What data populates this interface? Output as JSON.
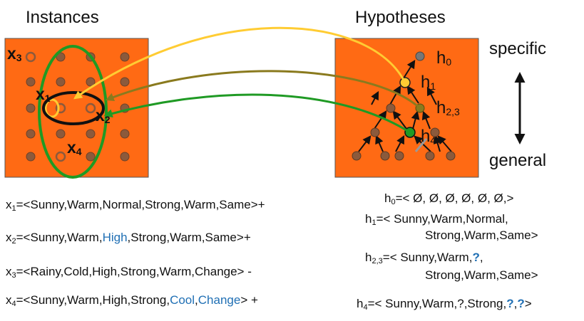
{
  "titles": {
    "instances": "Instances",
    "hypotheses": "Hypotheses",
    "specific": "specific",
    "general": "general"
  },
  "instance_labels": {
    "x1": "1",
    "x2": "2",
    "x3": "3",
    "x4": "4",
    "x": "x"
  },
  "hyp_labels": {
    "h": "h",
    "h0": "0",
    "h1": "1",
    "h23": "2,3",
    "h4": "4"
  },
  "instances": [
    {
      "x": "x",
      "sub": "1",
      "parts": [
        {
          "t": "=<Sunny,Warm,Normal,Strong,Warm,Same>+",
          "s": "n"
        }
      ]
    },
    {
      "x": "x",
      "sub": "2",
      "parts": [
        {
          "t": "=<Sunny,Warm,",
          "s": "n"
        },
        {
          "t": "High",
          "s": "hl"
        },
        {
          "t": ",Strong,Warm,Same>+",
          "s": "n"
        }
      ]
    },
    {
      "x": "x",
      "sub": "3",
      "parts": [
        {
          "t": "=<Rainy,Cold,High,Strong,Warm,Change> -",
          "s": "n"
        }
      ]
    },
    {
      "x": "x",
      "sub": "4",
      "parts": [
        {
          "t": "=<Sunny,Warm,High,Strong,",
          "s": "n"
        },
        {
          "t": "Cool",
          "s": "hl"
        },
        {
          "t": ",",
          "s": "n"
        },
        {
          "t": "Change",
          "s": "hl"
        },
        {
          "t": "> +",
          "s": "n"
        }
      ]
    }
  ],
  "hypotheses": {
    "h0": {
      "h": "h",
      "sub": "0",
      "line1": "=< Ø, Ø, Ø, Ø, Ø, Ø,>"
    },
    "h1": {
      "h": "h",
      "sub": "1",
      "line1": "=< Sunny,Warm,Normal,",
      "line2": "Strong,Warm,Same>"
    },
    "h23": {
      "h": "h",
      "sub": "2,3",
      "line1a": "=< Sunny,Warm,",
      "line1q": "?",
      "line1b": ",",
      "line2": "Strong,Warm,Same>"
    },
    "h4": {
      "h": "h",
      "sub": "4",
      "p1": "=< Sunny,Warm,?,Strong,",
      "q1": "?",
      "comma": ",",
      "q2": "?",
      "p2": ">"
    }
  },
  "colors": {
    "panel": "#ff6a14",
    "dot": "#8b5a3c",
    "arrow_h1": "#ffcc33",
    "arrow_h23": "#8a7a1e",
    "arrow_h4": "#1f9a24",
    "accent_text": "#1f6fb4"
  }
}
